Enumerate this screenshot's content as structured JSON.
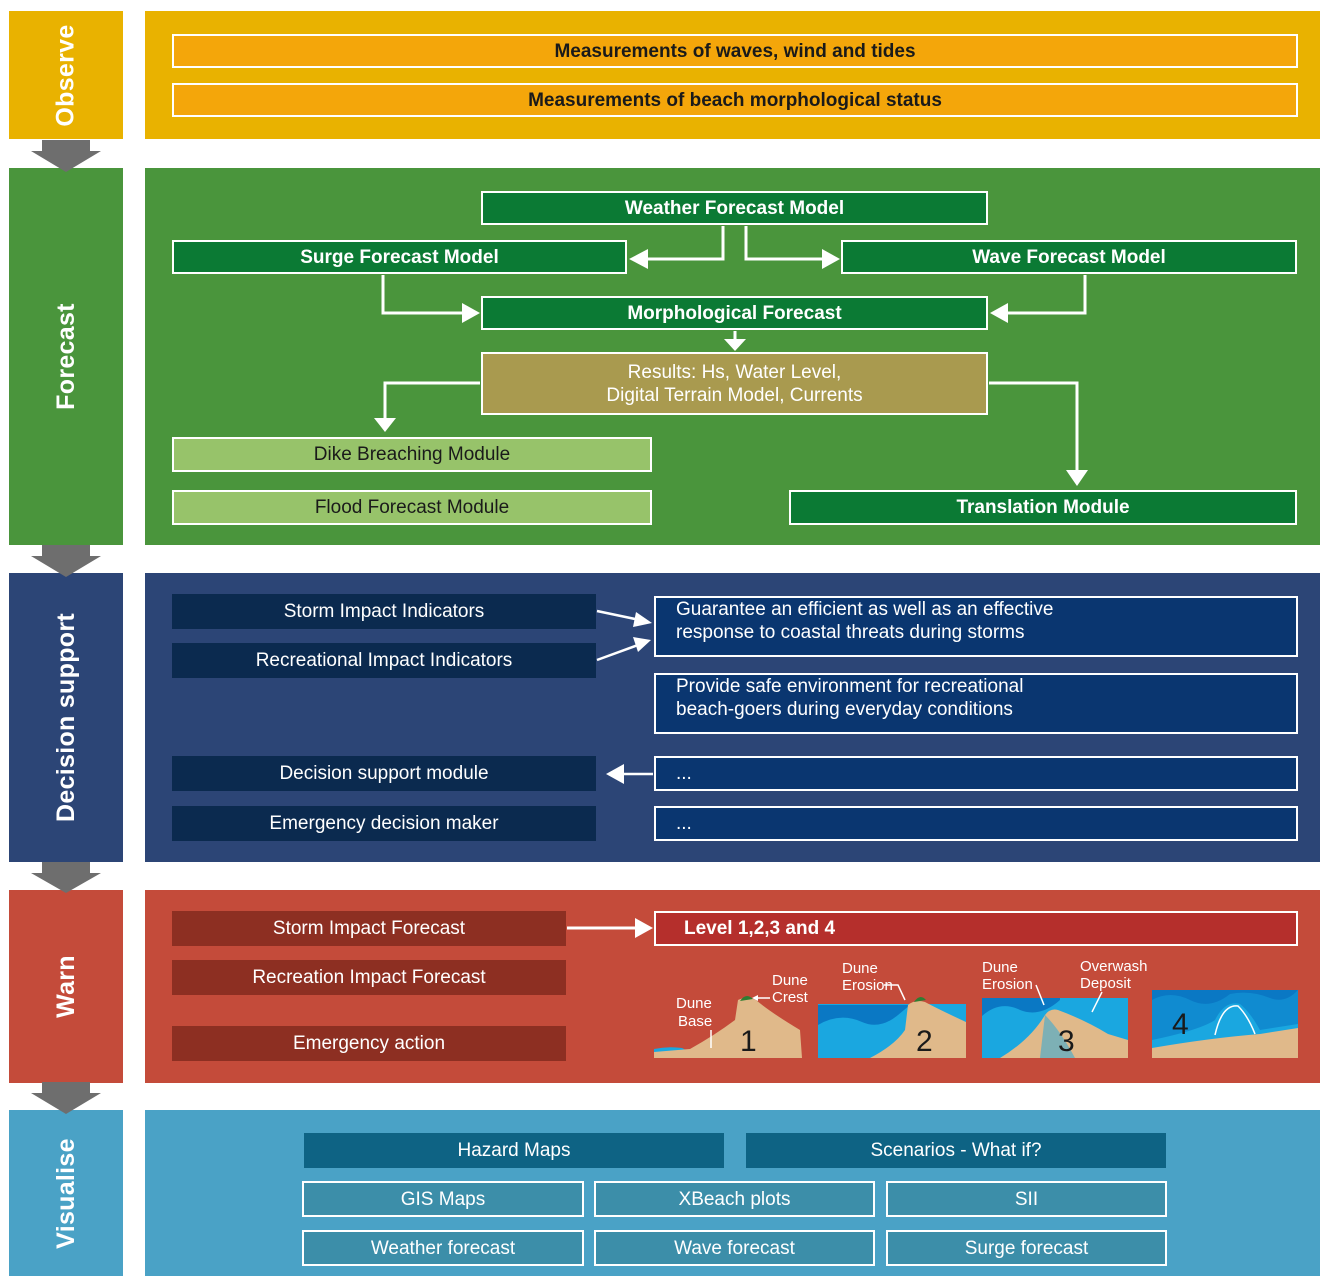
{
  "stages": {
    "observe": "Observe",
    "forecast": "Forecast",
    "decision": "Decision support",
    "warn": "Warn",
    "visualise": "Visualise"
  },
  "observe": {
    "measure_waves": "Measurements of waves, wind and tides",
    "measure_beach": "Measurements of beach morphological status"
  },
  "forecast": {
    "weather": "Weather Forecast Model",
    "surge": "Surge Forecast Model",
    "wave": "Wave Forecast Model",
    "morph": "Morphological Forecast",
    "results_line1": "Results: Hs, Water Level,",
    "results_line2": "Digital Terrain Model, Currents",
    "dike": "Dike Breaching Module",
    "flood": "Flood Forecast Module",
    "translation": "Translation Module"
  },
  "decision": {
    "storm_ind": "Storm Impact Indicators",
    "rec_ind": "Recreational Impact Indicators",
    "goal1_line1": "Guarantee an efficient as well as an effective",
    "goal1_line2": "response to coastal threats during storms",
    "goal2_line1": "Provide safe environment for recreational",
    "goal2_line2": "beach-goers during everyday conditions",
    "module": "Decision support module",
    "maker": "Emergency decision maker",
    "ellipsis1": "...",
    "ellipsis2": "..."
  },
  "warn": {
    "storm_fc": "Storm Impact Forecast",
    "rec_fc": "Recreation Impact Forecast",
    "emergency": "Emergency action",
    "levels": "Level 1,2,3 and 4",
    "p1_base_line1": "Dune",
    "p1_base_line2": "Base",
    "p1_crest_line1": "Dune",
    "p1_crest_line2": "Crest",
    "p2_erosion_line1": "Dune",
    "p2_erosion_line2": "Erosion",
    "p3_erosion_line1": "Dune",
    "p3_erosion_line2": "Erosion",
    "p3_overwash_line1": "Overwash",
    "p3_overwash_line2": "Deposit",
    "n1": "1",
    "n2": "2",
    "n3": "3",
    "n4": "4"
  },
  "visualise": {
    "hazard": "Hazard Maps",
    "scenarios": "Scenarios - What if?",
    "gis": "GIS Maps",
    "xbeach": "XBeach plots",
    "sii": "SII",
    "weather": "Weather forecast",
    "wave": "Wave forecast",
    "surge": "Surge forecast"
  },
  "colors": {
    "observe": "#e9b200",
    "forecast": "#4a953c",
    "decision": "#2c4576",
    "warn": "#c44b3a",
    "visualise": "#4aa2c6",
    "arrow": "#6e6e6e"
  }
}
